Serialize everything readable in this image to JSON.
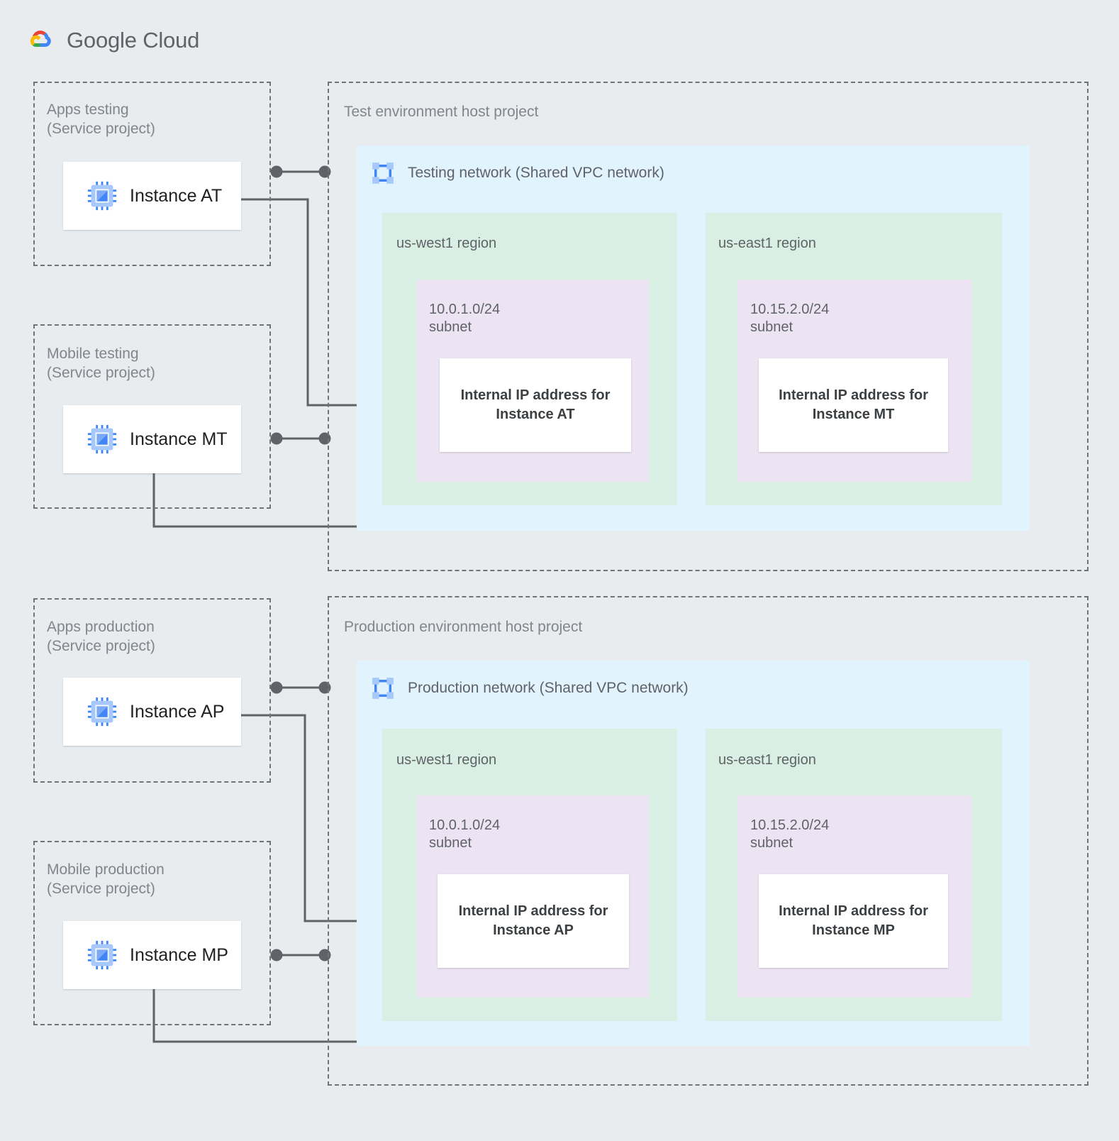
{
  "brand": {
    "name": "Google Cloud",
    "name_bold": "Google",
    "name_thin": "Cloud",
    "logo_icon": "google-cloud-logo-icon",
    "colors": {
      "red": "#EA4335",
      "yellow": "#FBBC05",
      "green": "#34A853",
      "blue": "#4285F4",
      "text": "#5f6368"
    }
  },
  "palette": {
    "background": "#e8ecee",
    "vpc_blue": "#e1f3fd",
    "region_green": "#d9efe4",
    "subnet_purple": "#ece4f2",
    "card_white": "#ffffff",
    "connector_gray": "#5f6368",
    "dashed_border": "#6e7579",
    "label_gray": "#80868b",
    "text_dark": "#3c4043"
  },
  "service_projects": [
    {
      "id": "apps-testing",
      "title": "Apps testing\n(Service project)",
      "instance": {
        "label": "Instance AT",
        "icon": "compute-instance-icon"
      }
    },
    {
      "id": "mobile-testing",
      "title": "Mobile testing\n(Service project)",
      "instance": {
        "label": "Instance MT",
        "icon": "compute-instance-icon"
      }
    },
    {
      "id": "apps-production",
      "title": "Apps production\n(Service project)",
      "instance": {
        "label": "Instance AP",
        "icon": "compute-instance-icon"
      }
    },
    {
      "id": "mobile-production",
      "title": "Mobile production\n(Service project)",
      "instance": {
        "label": "Instance MP",
        "icon": "compute-instance-icon"
      }
    }
  ],
  "host_projects": [
    {
      "id": "test-environment",
      "title": "Test environment host project",
      "network": {
        "label": "Testing network (Shared VPC network)",
        "icon": "vpc-network-icon"
      },
      "regions": [
        {
          "id": "test-us-west1",
          "label": "us-west1 region",
          "subnet": {
            "label": "10.0.1.0/24\nsubnet",
            "cidr": "10.0.1.0/24",
            "ip_card": "Internal IP address for\nInstance AT"
          }
        },
        {
          "id": "test-us-east1",
          "label": "us-east1 region",
          "subnet": {
            "label": "10.15.2.0/24\nsubnet",
            "cidr": "10.15.2.0/24",
            "ip_card": "Internal IP address for\nInstance MT"
          }
        }
      ]
    },
    {
      "id": "production-environment",
      "title": "Production environment host project",
      "network": {
        "label": "Production network (Shared VPC network)",
        "icon": "vpc-network-icon"
      },
      "regions": [
        {
          "id": "prod-us-west1",
          "label": "us-west1 region",
          "subnet": {
            "label": "10.0.1.0/24\nsubnet",
            "cidr": "10.0.1.0/24",
            "ip_card": "Internal IP address for\nInstance AP"
          }
        },
        {
          "id": "prod-us-east1",
          "label": "us-east1 region",
          "subnet": {
            "label": "10.15.2.0/24\nsubnet",
            "cidr": "10.15.2.0/24",
            "ip_card": "Internal IP address for\nInstance MP"
          }
        }
      ]
    }
  ]
}
